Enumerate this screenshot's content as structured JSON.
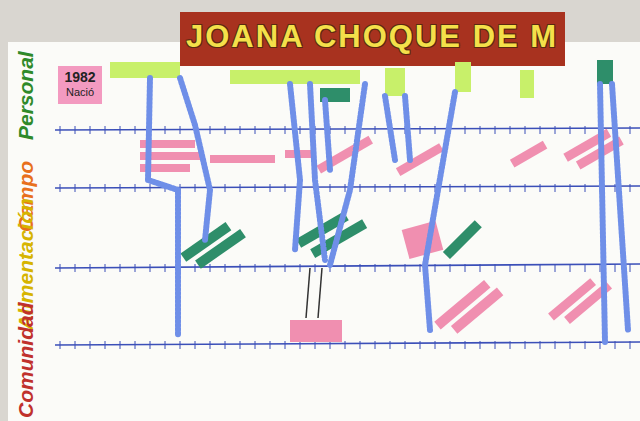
{
  "diagram": {
    "title": "JOANA CHOQUE DE M",
    "nodes": [
      {
        "text": [
          "1982",
          "Nació"
        ]
      }
    ],
    "labels": [
      "Personal",
      "Campo",
      "Alimentación",
      "Comunidad"
    ]
  }
}
